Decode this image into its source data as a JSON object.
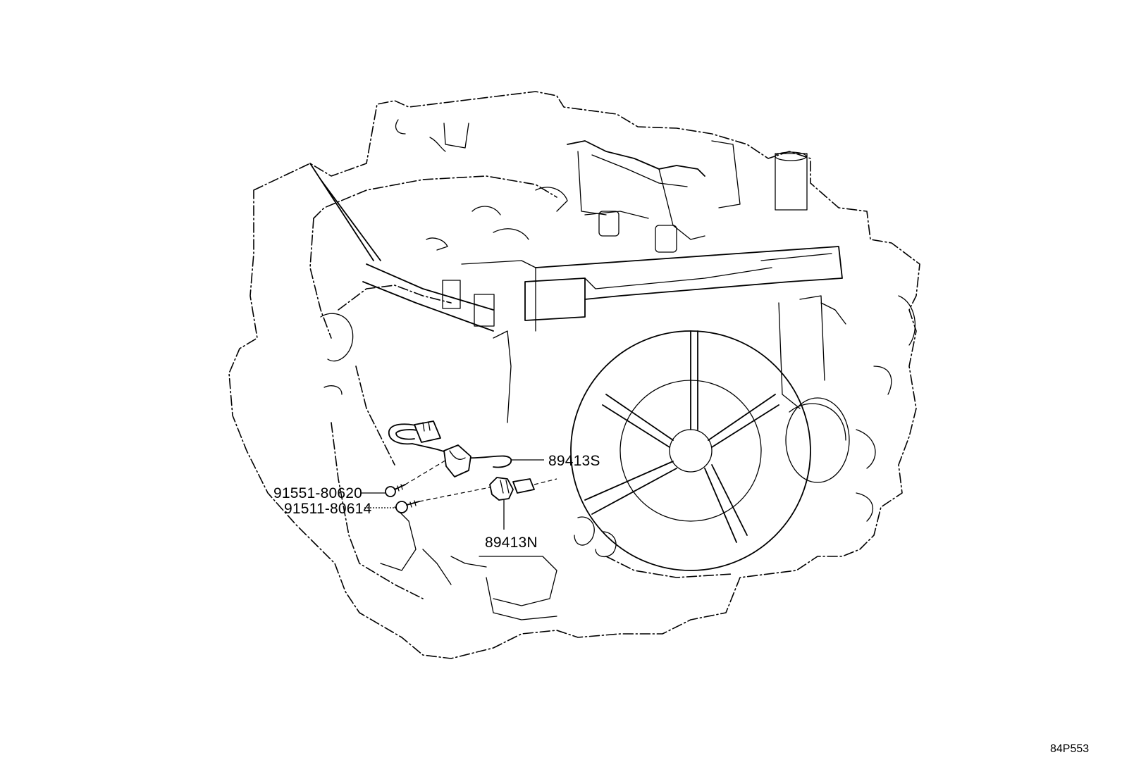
{
  "labels": {
    "sensor_s": "89413S",
    "sensor_n": "89413N",
    "bolt_1": "91551-80620",
    "bolt_2": "91511-80614"
  },
  "reference_code": "84P553"
}
